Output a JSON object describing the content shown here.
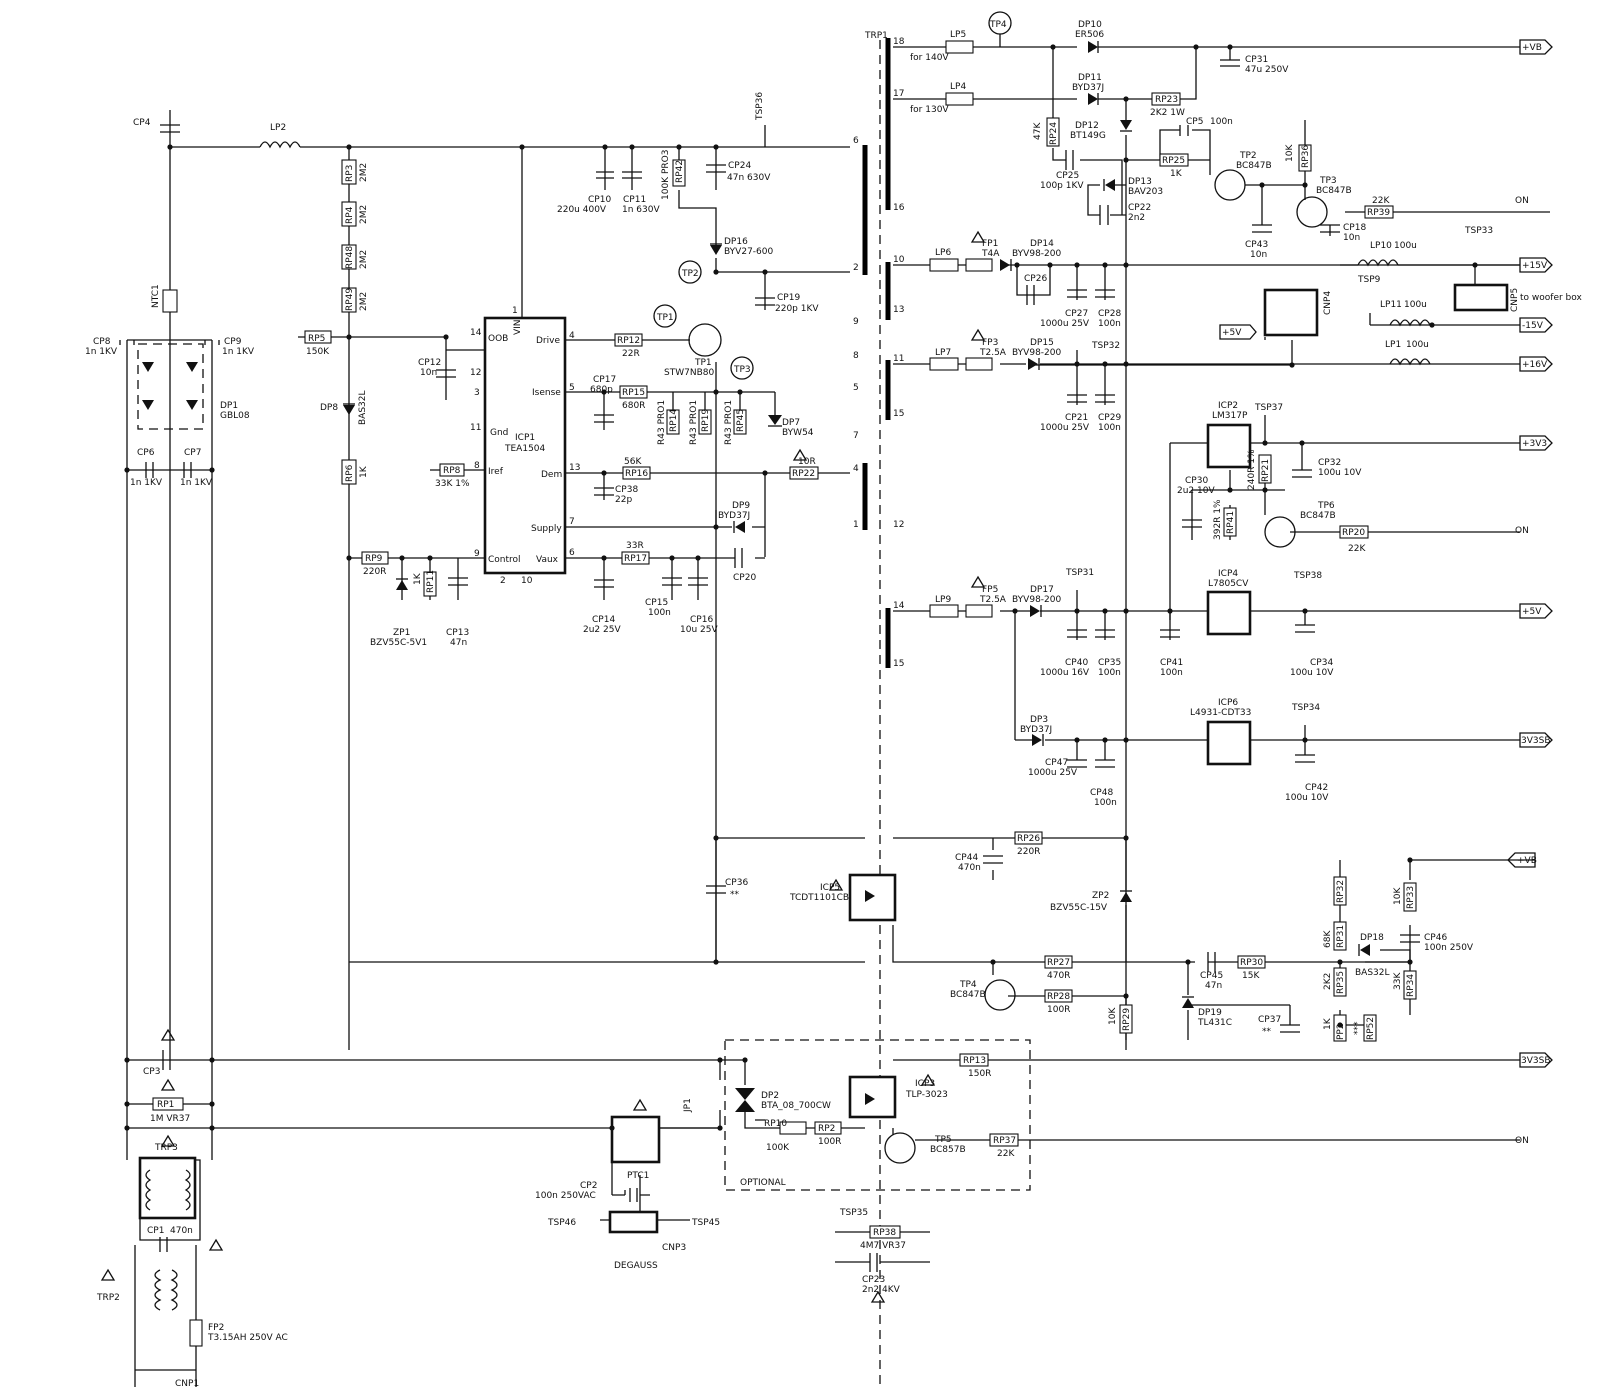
{
  "transformer": {
    "name": "TRP1",
    "pins": [
      "18",
      "17",
      "16",
      "6",
      "2",
      "10",
      "13",
      "9",
      "11",
      "8",
      "5",
      "15",
      "7",
      "4",
      "1",
      "12",
      "14",
      "15"
    ]
  },
  "ic": {
    "icp1": {
      "name": "ICP1",
      "part": "TEA1504",
      "pins": {
        "vin": "VIN",
        "drive": "Drive",
        "isense": "Isense",
        "dem": "Dem",
        "supply": "Supply",
        "control": "Control",
        "vaux": "Vaux",
        "osc": "OOB",
        "gnd": "Gnd",
        "iref": "Iref"
      },
      "pin_nums": [
        "1",
        "14",
        "12",
        "3",
        "11",
        "8",
        "9",
        "2",
        "10",
        "4",
        "5",
        "13",
        "7",
        "6"
      ]
    },
    "icp2": {
      "name": "ICP2",
      "part": "LM317P"
    },
    "icp4": {
      "name": "ICP4",
      "part": "L7805CV"
    },
    "icp6": {
      "name": "ICP6",
      "part": "L4931-CDT33"
    },
    "icp5": {
      "name": "ICP5",
      "part": "TCDT1101CB"
    },
    "icp3": {
      "name": "ICP3",
      "part": "TLP-3023"
    }
  },
  "rails": {
    "vb": "+VB",
    "p15": "+15V",
    "m15": "-15V",
    "p16": "+16V",
    "p3v3": "+3V3",
    "p5": "+5V",
    "v3sb": "3V3SB",
    "on": "ON",
    "vb2": "+VB",
    "v3sb2": "3V3SB",
    "on2": "ON",
    "p5in": "+5V",
    "woofer": "to woofer box"
  },
  "labels": {
    "cp4": "CP4",
    "lp2": "LP2",
    "ntc1": "NTC1",
    "cp8": "CP8",
    "cp8v": "1n 1KV",
    "cp9": "CP9",
    "cp9v": "1n 1KV",
    "dp1": "DP1",
    "dp1v": "GBL08",
    "cp6": "CP6",
    "cp6v": "1n 1KV",
    "cp7": "CP7",
    "cp7v": "1n 1KV",
    "rp3": "RP3",
    "rp3v": "2M2",
    "rp4": "RP4",
    "rp4v": "2M2",
    "rp48": "RP48",
    "rp48v": "2M2",
    "rp49": "RP49",
    "rp49v": "2M2",
    "rp5": "RP5",
    "rp5v": "150K",
    "dp8": "DP8",
    "dp8v": "BAS32L",
    "rp6": "RP6",
    "rp6v": "1K",
    "rp9": "RP9",
    "rp9v": "220R",
    "zp1": "ZP1",
    "zp1v": "BZV55C-5V1",
    "rp11": "RP11",
    "rp11v": "1K",
    "cp13": "CP13",
    "cp13v": "47n",
    "cp12": "CP12",
    "cp12v": "10n",
    "rp8": "RP8",
    "rp8v": "33K 1%",
    "cp10": "CP10",
    "cp10v": "220u 400V",
    "cp11": "CP11",
    "cp11v": "1n 630V",
    "rp42": "RP42",
    "rp42v": "100K PRO3",
    "cp24": "CP24",
    "cp24v": "47n 630V",
    "tsp36": "TSP36",
    "dp16": "DP16",
    "dp16v": "BYV27-600",
    "tp2": "TP2",
    "cp19": "CP19",
    "cp19v": "220p 1KV",
    "tp1": "TP1",
    "rp12": "RP12",
    "rp12v": "22R",
    "tp1b": "TP1",
    "tp1v": "STW7NB80",
    "tp3": "TP3",
    "cp17": "CP17",
    "cp17v": "680p",
    "rp15": "RP15",
    "rp15v": "680R",
    "rp14": "RP14",
    "rp14v": "R43 PRO1",
    "rp19": "RP19",
    "rp19v": "R43 PRO1",
    "rp45": "RP45",
    "rp45v": "R43 PRO1",
    "dp7": "DP7",
    "dp7v": "BYW54",
    "rp16": "RP16",
    "rp16v": "56K",
    "cp38": "CP38",
    "cp38v": "22p",
    "rp22": "RP22",
    "rp22v": "10R",
    "dp9": "DP9",
    "dp9v": "BYD37J",
    "rp17": "RP17",
    "rp17v": "33R",
    "cp14": "CP14",
    "cp14v": "2u2 25V",
    "cp15": "CP15",
    "cp15v": "100n",
    "cp16": "CP16",
    "cp16v": "10u 25V",
    "cp20": "CP20",
    "lp5": "LP5",
    "lp5n": "for 140V",
    "lp4": "LP4",
    "lp4n": "for 130V",
    "tp4t": "TP4",
    "dp10": "DP10",
    "dp10v": "ER506",
    "cp31": "CP31",
    "cp31v": "47u 250V",
    "dp11": "DP11",
    "dp11v": "BYD37J",
    "rp23": "RP23",
    "rp23v": "2K2 1W",
    "rp24": "RP24",
    "rp24v": "47K",
    "dp12": "DP12",
    "dp12v": "BT149G",
    "cp5": "CP5",
    "cp5v": "100n",
    "cp25": "CP25",
    "cp25v": "100p 1KV",
    "rp25": "RP25",
    "rp25v": "1K",
    "dp13": "DP13",
    "dp13v": "BAV203",
    "cp22": "CP22",
    "cp22v": "2n2",
    "tp2b": "TP2",
    "tp2bv": "BC847B",
    "cp43": "CP43",
    "cp43v": "10n",
    "rp36": "RP36",
    "rp36v": "10K",
    "tp3b": "TP3",
    "tp3bv": "BC847B",
    "cp18": "CP18",
    "cp18v": "10n",
    "rp39": "RP39",
    "rp39v": "22K",
    "lp6": "LP6",
    "fp1": "FP1",
    "fp1v": "T4A",
    "dp14": "DP14",
    "dp14v": "BYV98-200",
    "cp26": "CP26",
    "cp27": "CP27",
    "cp27v": "1000u 25V",
    "cp28": "CP28",
    "cp28v": "100n",
    "lp10": "LP10",
    "lp10v": "100u",
    "tsp33": "TSP33",
    "cnp5": "CNP5",
    "tsp9": "TSP9",
    "lp11": "LP11",
    "lp11v": "100u",
    "cnp4": "CNP4",
    "lp7": "LP7",
    "fp3": "FP3",
    "fp3v": "T2.5A",
    "dp15": "DP15",
    "dp15v": "BYV98-200",
    "tsp32": "TSP32",
    "cp21": "CP21",
    "cp21v": "1000u 25V",
    "cp29": "CP29",
    "cp29v": "100n",
    "lp1": "LP1",
    "lp1v": "100u",
    "tsp37": "TSP37",
    "cp32": "CP32",
    "cp32v": "100u 10V",
    "rp21": "RP21",
    "rp21v": "240R 1%",
    "cp30": "CP30",
    "cp30v": "2u2 10V",
    "rp41": "RP41",
    "rp41v": "392R 1%",
    "tp6": "TP6",
    "tp6v": "BC847B",
    "rp20": "RP20",
    "rp20v": "22K",
    "lp9": "LP9",
    "fp5": "FP5",
    "fp5v": "T2.5A",
    "dp17": "DP17",
    "dp17v": "BYV98-200",
    "tsp31": "TSP31",
    "cp40": "CP40",
    "cp40v": "1000u 16V",
    "cp35": "CP35",
    "cp35v": "100n",
    "cp41": "CP41",
    "cp41v": "100n",
    "tsp38": "TSP38",
    "cp34": "CP34",
    "cp34v": "100u 10V",
    "dp3": "DP3",
    "dp3v": "BYD37J",
    "cp47": "CP47",
    "cp47v": "1000u 25V",
    "cp48": "CP48",
    "cp48v": "100n",
    "tsp34": "TSP34",
    "cp42": "CP42",
    "cp42v": "100u 10V",
    "cp36": "CP36",
    "cp36v": "**",
    "rp26": "RP26",
    "rp26v": "220R",
    "cp44": "CP44",
    "cp44v": "470n",
    "zp2": "ZP2",
    "zp2v": "BZV55C-15V",
    "rp32": "RP32",
    "rp33": "RP33",
    "rp33v": "10K",
    "cp46": "CP46",
    "cp46v": "100n 250V",
    "rp31": "RP31",
    "rp31v": "68K",
    "dp18": "DP18",
    "dp18v": "BAS32L",
    "rp27": "RP27",
    "rp27v": "470R",
    "cp45": "CP45",
    "cp45v": "47n",
    "rp30": "RP30",
    "rp30v": "15K",
    "rp35": "RP35",
    "rp35v": "2K2",
    "rp34": "RP34",
    "rp34v": "33K",
    "tp4": "TP4",
    "tp4v": "BC847B",
    "rp28": "RP28",
    "rp28v": "100R",
    "rp29": "RP29",
    "rp29v": "10K",
    "dp19": "DP19",
    "dp19v": "TL431C",
    "cp37": "CP37",
    "cp37v": "**",
    "pp2": "PP2",
    "pp2v": "1K",
    "rp52": "RP52",
    "rp52v": "***",
    "cp3": "CP3",
    "rp1": "RP1",
    "rp1v": "1M VR37",
    "trp3": "TRP3",
    "cp1": "CP1",
    "cp1v": "470n",
    "trp2": "TRP2",
    "fp2": "FP2",
    "fp2v": "T3.15AH 250V AC",
    "cnp1": "CNP1",
    "ptc1": "PTC1",
    "cp2": "CP2",
    "cp2v": "100n 250VAC",
    "tsp46": "TSP46",
    "tsp45": "TSP45",
    "cnp3": "CNP3",
    "degauss": "DEGAUSS",
    "jp1": "JP1",
    "dp2": "DP2",
    "dp2v": "BTA_08_700CW",
    "rp10": "RP10",
    "rp10v": "100K",
    "rp2": "RP2",
    "rp2v": "100R",
    "rp13": "RP13",
    "rp13v": "150R",
    "tp5": "TP5",
    "tp5v": "BC857B",
    "rp37": "RP37",
    "rp37v": "22K",
    "optional": "OPTIONAL",
    "tsp35": "TSP35",
    "rp38": "RP38",
    "rp38v": "4M7 VR37",
    "cp23": "CP23",
    "cp23v": "2n2 4KV"
  }
}
